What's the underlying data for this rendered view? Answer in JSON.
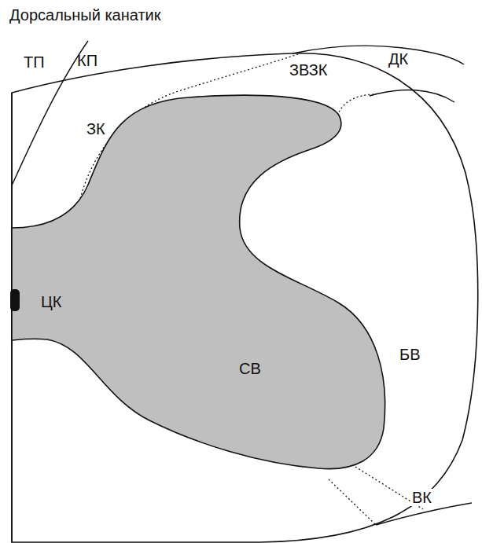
{
  "diagram": {
    "title": "Дорсальный канатик",
    "labels": [
      "ТП",
      "КП",
      "ЗК",
      "ЗВЗК",
      "ДК",
      "ЦК",
      "СВ",
      "БВ",
      "ВК"
    ]
  }
}
